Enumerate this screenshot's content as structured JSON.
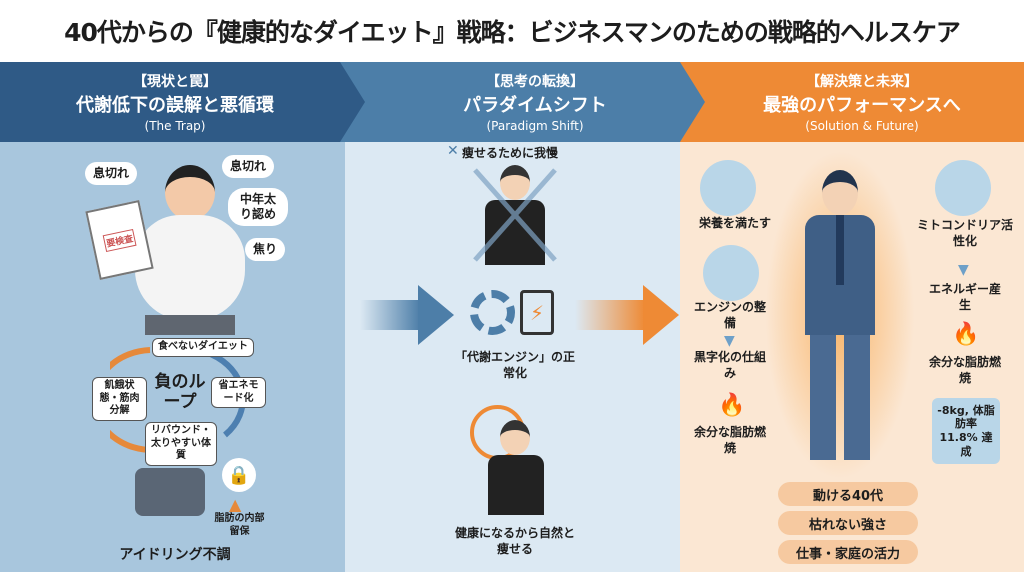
{
  "title": "40代からの『健康的なダイエット』戦略：ビジネスマンのための戦略的ヘルスケア",
  "sections": [
    {
      "tag": "【現状と罠】",
      "heading": "代謝低下の誤解と悪循環",
      "sub": "(The Trap)"
    },
    {
      "tag": "【思考の転換】",
      "heading": "パラダイムシフト",
      "sub": "(Paradigm Shift)"
    },
    {
      "tag": "【解決策と未来】",
      "heading": "最強のパフォーマンスへ",
      "sub": "(Solution & Future)"
    }
  ],
  "trap": {
    "bubbles": [
      "息切れ",
      "息切れ",
      "中年太り認め",
      "焦り"
    ],
    "clipboard": "要検査",
    "loop_center": "負のループ",
    "loop": [
      "食べないダイエット",
      "省エネモード化",
      "リバウンド・太りやすい体質",
      "飢餓状態・筋肉分解"
    ],
    "lock_label": "脂肪の内部留保",
    "engine_label": "アイドリング不調"
  },
  "shift": {
    "top": "痩せるために我慢",
    "middle": "「代謝エンジン」の正常化",
    "bottom": "健康になるから自然と痩せる"
  },
  "solution": {
    "left": [
      "栄養を満たす",
      "エンジンの整備",
      "黒字化の仕組み",
      "余分な脂肪燃焼"
    ],
    "right": [
      "ミトコンドリア活性化",
      "エネルギー産生",
      "余分な脂肪燃焼"
    ],
    "result": "-8kg, 体脂肪率 11.8% 達成",
    "pills": [
      "動ける40代",
      "枯れない強さ",
      "仕事・家庭の活力"
    ]
  }
}
